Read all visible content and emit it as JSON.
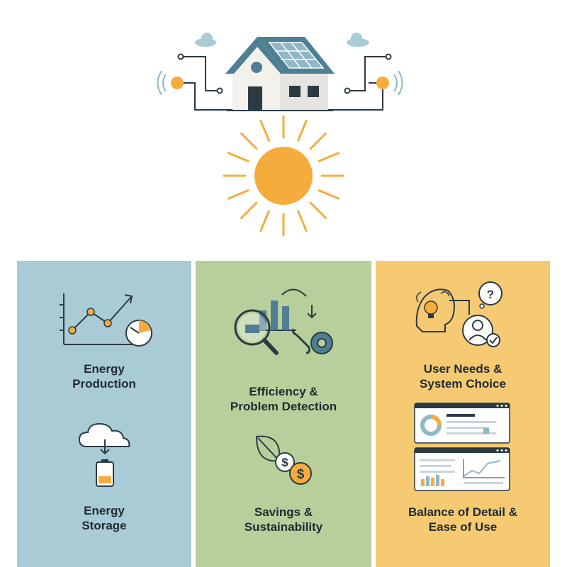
{
  "hero": {
    "icons": [
      "house-icon",
      "solar-panel-icon",
      "sun-icon",
      "cloud-icon",
      "sensor-icon"
    ]
  },
  "panels": [
    {
      "color": "#a9cbd6",
      "items": [
        {
          "label": "Energy\nProduction",
          "icon": "line-chart-gauge-icon"
        },
        {
          "label": "Energy\nStorage",
          "icon": "cloud-battery-icon"
        }
      ]
    },
    {
      "color": "#b7cf9b",
      "items": [
        {
          "label": "Efficiency &\nProblem Detection",
          "icon": "magnifier-bar-chart-gear-icon"
        },
        {
          "label": "Savings &\nSustainability",
          "icon": "leaf-coins-icon"
        }
      ]
    },
    {
      "color": "#f5ca72",
      "items": [
        {
          "label": "User Needs &\nSystem Choice",
          "icon": "brain-user-question-icon"
        },
        {
          "label": "Balance of Detail &\nEase of Use",
          "icon": "dashboard-screens-icon"
        }
      ]
    }
  ],
  "colors": {
    "sun": "#f4ad3d",
    "roof": "#4f7f93",
    "dark": "#2c3a44"
  }
}
